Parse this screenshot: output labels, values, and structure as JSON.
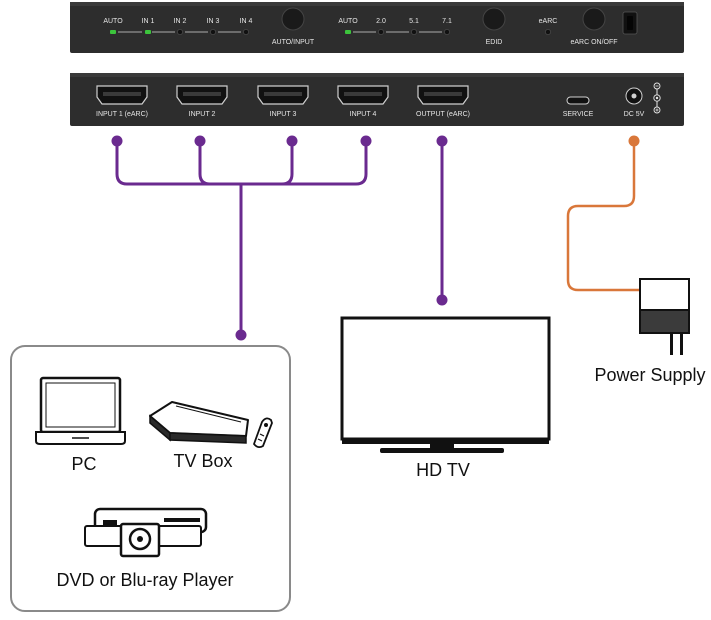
{
  "front_panel": {
    "input_indicators": [
      "AUTO",
      "IN 1",
      "IN 2",
      "IN 3",
      "IN 4"
    ],
    "input_button": "AUTO/INPUT",
    "audio_indicators": [
      "AUTO",
      "2.0",
      "5.1",
      "7.1"
    ],
    "edid_button": "EDID",
    "earc_indicator": "eARC",
    "earc_button": "eARC ON/OFF"
  },
  "rear_panel": {
    "ports": [
      "INPUT 1 (eARC)",
      "INPUT 2",
      "INPUT 3",
      "INPUT 4",
      "OUTPUT (eARC)"
    ],
    "service_port": "SERVICE",
    "power_port": "DC 5V"
  },
  "devices": {
    "pc": "PC",
    "tv_box": "TV Box",
    "player": "DVD or Blu-ray Player",
    "tv": "HD TV",
    "power_supply": "Power Supply"
  },
  "colors": {
    "device_chassis": "#2d2d2d",
    "led_active": "#3cc43c",
    "hdmi_cable": "#6a2a8f",
    "power_cable": "#d9773a"
  }
}
